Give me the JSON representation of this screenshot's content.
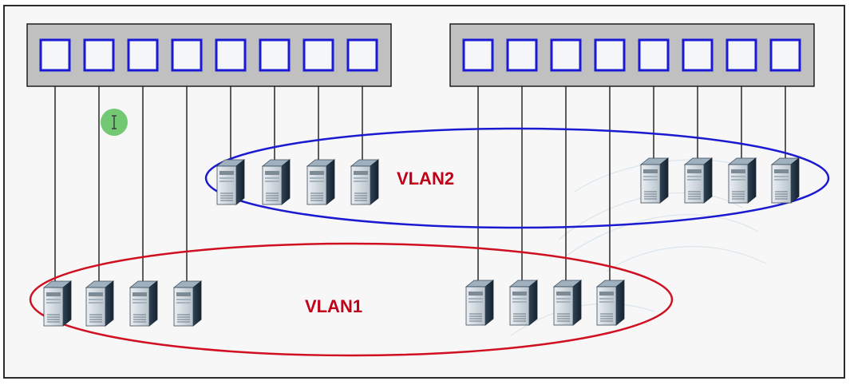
{
  "switches": [
    {
      "name": "switch-left",
      "port_count": 8,
      "fill": "#c0c0c0",
      "port_border": "#1a1ad6"
    },
    {
      "name": "switch-right",
      "port_count": 8,
      "fill": "#c0c0c0",
      "port_border": "#1a1ad6"
    }
  ],
  "vlans": [
    {
      "id": "vlan1",
      "label": "VLAN1",
      "color": "#d01020",
      "label_color": "#c00018"
    },
    {
      "id": "vlan2",
      "label": "VLAN2",
      "color": "#1a1ad0",
      "label_color": "#c00018"
    }
  ],
  "links": [
    {
      "switch": "switch-left",
      "port": 1,
      "vlan": "vlan1"
    },
    {
      "switch": "switch-left",
      "port": 2,
      "vlan": "vlan1"
    },
    {
      "switch": "switch-left",
      "port": 3,
      "vlan": "vlan1"
    },
    {
      "switch": "switch-left",
      "port": 4,
      "vlan": "vlan1"
    },
    {
      "switch": "switch-left",
      "port": 5,
      "vlan": "vlan2"
    },
    {
      "switch": "switch-left",
      "port": 6,
      "vlan": "vlan2"
    },
    {
      "switch": "switch-left",
      "port": 7,
      "vlan": "vlan2"
    },
    {
      "switch": "switch-left",
      "port": 8,
      "vlan": "vlan2"
    },
    {
      "switch": "switch-right",
      "port": 1,
      "vlan": "vlan1"
    },
    {
      "switch": "switch-right",
      "port": 2,
      "vlan": "vlan1"
    },
    {
      "switch": "switch-right",
      "port": 3,
      "vlan": "vlan1"
    },
    {
      "switch": "switch-right",
      "port": 4,
      "vlan": "vlan1"
    },
    {
      "switch": "switch-right",
      "port": 5,
      "vlan": "vlan2"
    },
    {
      "switch": "switch-right",
      "port": 6,
      "vlan": "vlan2"
    },
    {
      "switch": "switch-right",
      "port": 7,
      "vlan": "vlan2"
    },
    {
      "switch": "switch-right",
      "port": 8,
      "vlan": "vlan2"
    }
  ],
  "icons": {
    "host": "server-tower-icon",
    "cursor": "text-cursor-icon"
  }
}
